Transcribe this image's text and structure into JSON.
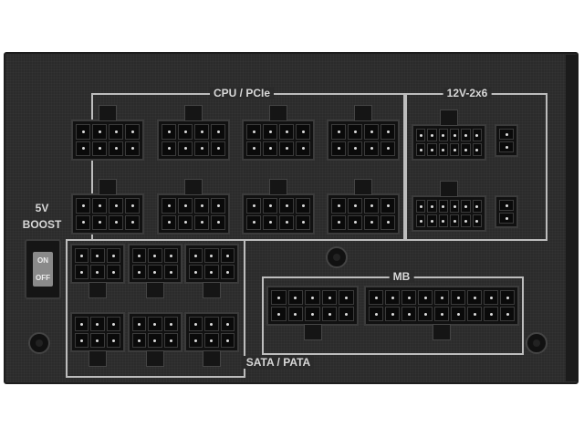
{
  "labels": {
    "cpu_pcie": "CPU / PCIe",
    "twelve_v": "12V-2x6",
    "boost_top": "5V",
    "boost_bottom": "BOOST",
    "switch_on": "ON",
    "switch_off": "OFF",
    "mb": "MB",
    "sata_pata": "SATA / PATA"
  },
  "colors": {
    "panel": "#2b2b2b",
    "silkscreen": "#d8d8d8"
  }
}
